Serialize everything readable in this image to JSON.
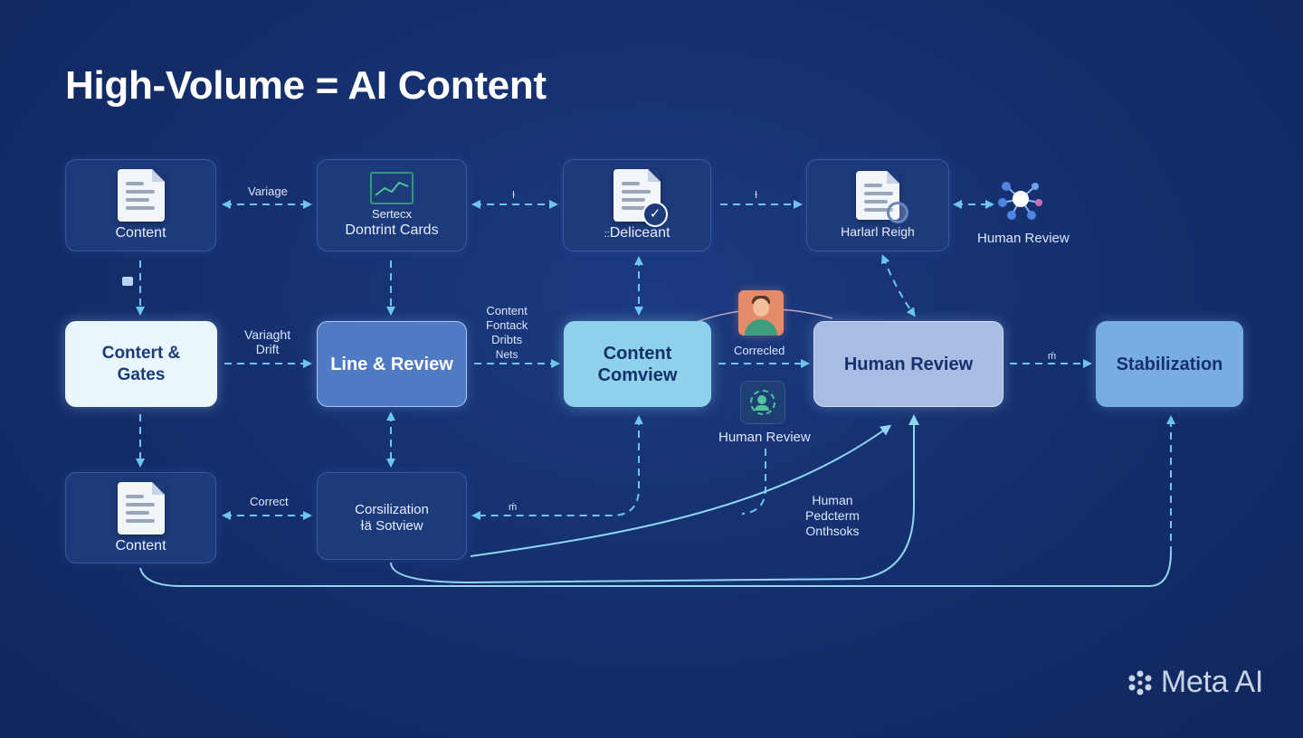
{
  "title": "High-Volume = AI Content",
  "brand": "Meta AI",
  "colors": {
    "background": "#142e6b",
    "wire": "#6ec6ee",
    "wire_solid": "#8fd6f2"
  },
  "nodes": {
    "content_top": {
      "label": "Content",
      "icon": "document-icon"
    },
    "dashboard_cards": {
      "line1": "Sertecx",
      "line2": "Dontrint Cards",
      "icon": "chart-icon"
    },
    "deliceant": {
      "label": "Deliceant",
      "prefix": "::",
      "icon": "document-check-icon"
    },
    "harlarl_reigh": {
      "label": "Harlarl Reigh",
      "icon": "document-search-icon"
    },
    "human_review_net": {
      "label": "Human Review",
      "icon": "network-icon"
    },
    "content_gates": {
      "line1": "Contert &",
      "line2": "Gates"
    },
    "line_review": {
      "label": "Line & Review"
    },
    "content_comview": {
      "line1": "Content",
      "line2": "Comview"
    },
    "human_review_main": {
      "label": "Human Review"
    },
    "stabilization": {
      "label": "Stabilization"
    },
    "content_bottom": {
      "label": "Content",
      "icon": "document-icon"
    },
    "corsilization": {
      "line1": "Corsilization",
      "line2": "Ɨä Sotview"
    }
  },
  "edge_labels": {
    "variage": "Variage",
    "top_mid_1": "Ɨ",
    "top_mid_2": "Ɨ",
    "variaght_1": "Variaght",
    "variaght_2": "Drift",
    "fontack_1": "Content",
    "fontack_2": "Fontack",
    "fontack_3": "Dribts",
    "fontack_4": "Nets",
    "corrected": "Correcled",
    "human_review_icon_label": "Human Review",
    "mid_right": "ḿ",
    "correct": "Correct",
    "bottom_mid": "ḿ",
    "human_1": "Human",
    "human_2": "Pedcterm",
    "human_3": "Onthsoks"
  }
}
